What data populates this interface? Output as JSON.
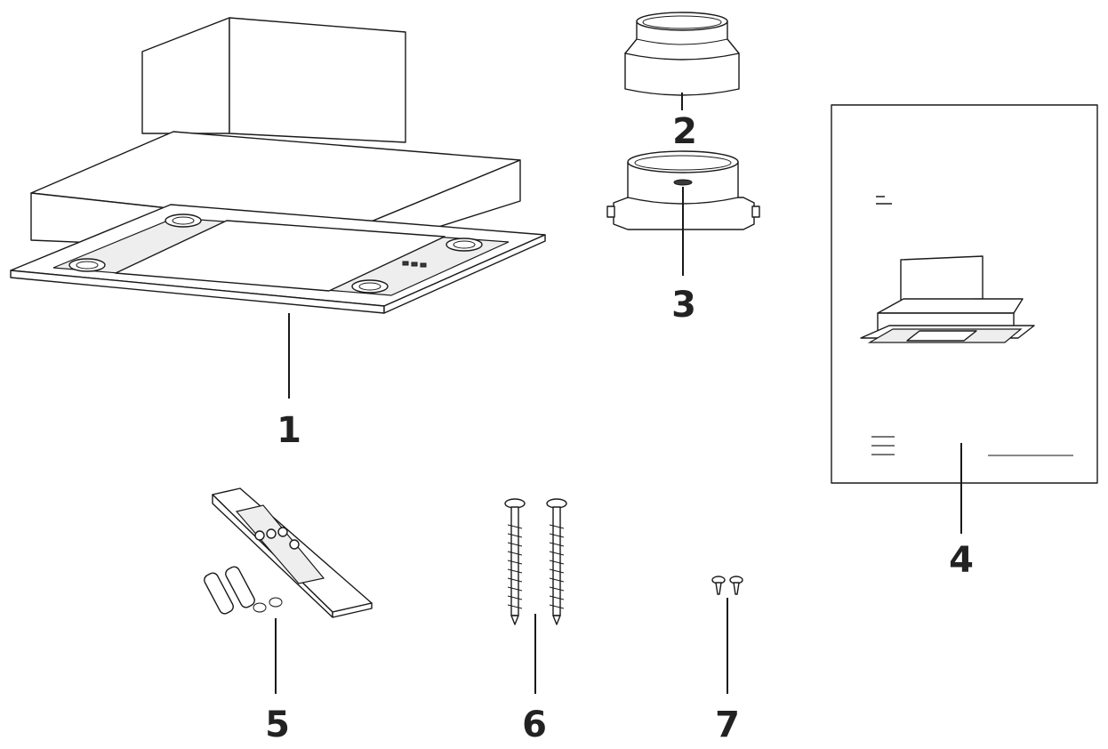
{
  "labels": {
    "part1": "1",
    "part2": "2",
    "part3": "3",
    "part4": "4",
    "part5": "5",
    "part6": "6",
    "part7": "7"
  },
  "colors": {
    "stroke": "#1a1a1a",
    "label": "#222222",
    "background": "#ffffff"
  },
  "icons": {
    "part1": "range-hood-icon",
    "part2": "duct-reducer-icon",
    "part3": "duct-flange-icon",
    "part4": "instruction-manual-icon",
    "part5": "remote-control-icon",
    "part6": "long-screw-icon",
    "part7": "short-screw-icon"
  }
}
